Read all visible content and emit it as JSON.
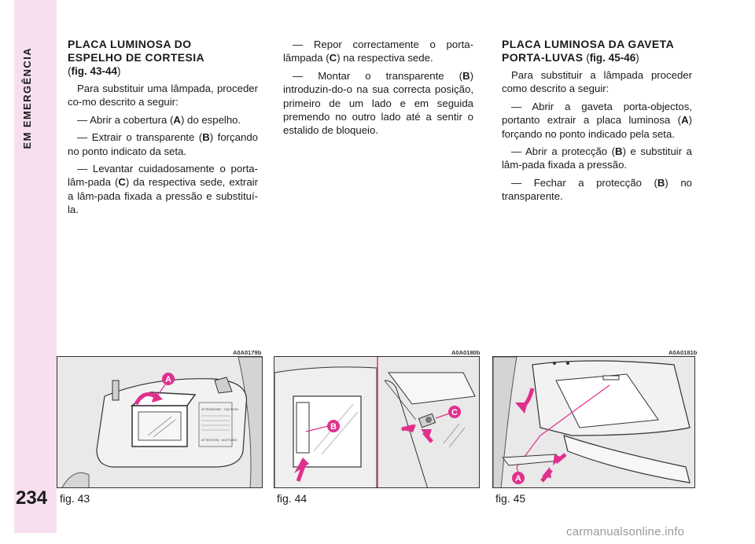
{
  "sidebar": {
    "section": "EM EMERGÊNCIA",
    "page_number": "234"
  },
  "col1": {
    "heading_line1": "PLACA LUMINOSA DO",
    "heading_line2": "ESPELHO DE CORTESIA",
    "figref_open": "(",
    "figref": "fig. 43-44",
    "figref_close": ")",
    "p1": "Para substituir uma lâmpada, proceder co-mo descrito a seguir:",
    "p2_a": "— Abrir a cobertura (",
    "p2_key": "A",
    "p2_b": ") do espelho.",
    "p3_a": "— Extrair o transparente (",
    "p3_key": "B",
    "p3_b": ") forçando no ponto indicato da seta.",
    "p4_a": "— Levantar cuidadosamente o porta-lâm-pada (",
    "p4_key": "C",
    "p4_b": ") da respectiva sede, extrair a lâm-pada fixada a pressão e substituí-la."
  },
  "col2": {
    "p1_a": "— Repor correctamente o porta-lâmpada (",
    "p1_key": "C",
    "p1_b": ") na respectiva sede.",
    "p2_a": "— Montar o transparente (",
    "p2_key": "B",
    "p2_b": ") introduzin-do-o na sua correcta posição, primeiro de um lado e em seguida premendo no outro lado até a sentir o estalido de bloqueio."
  },
  "col3": {
    "heading_line1": "PLACA LUMINOSA DA GAVETA",
    "heading_line2": "PORTA-LUVAS",
    "figref_open": " (",
    "figref": "fig. 45-46",
    "figref_close": ")",
    "p1": "Para substituir a lâmpada proceder como descrito a seguir:",
    "p2_a": "— Abrir a gaveta porta-objectos, portanto extrair a placa luminosa (",
    "p2_key": "A",
    "p2_b": ") forçando no ponto indicado pela seta.",
    "p3_a": "— Abrir a protecção (",
    "p3_key": "B",
    "p3_b": ") e substituir a lâm-pada fixada a pressão.",
    "p4_a": "— Fechar a protecção (",
    "p4_key": "B",
    "p4_b": ") no transparente."
  },
  "figures": [
    {
      "code": "A0A0179b",
      "caption": "fig. 43",
      "labels": [
        "A"
      ],
      "sticker_line1": "ATTENZIONE · CAUTION",
      "sticker_line2": "ATTENTION · ACHTUNG"
    },
    {
      "code": "A0A0180b",
      "caption": "fig. 44",
      "labels": [
        "B",
        "C"
      ]
    },
    {
      "code": "A0A0181b",
      "caption": "fig. 45",
      "labels": [
        "A"
      ]
    }
  ],
  "watermark": "carmanualsonline.info",
  "colors": {
    "sidebar": "#f7dff0",
    "callout": "#e0308c",
    "figure_bg": "#e9e9e9"
  }
}
